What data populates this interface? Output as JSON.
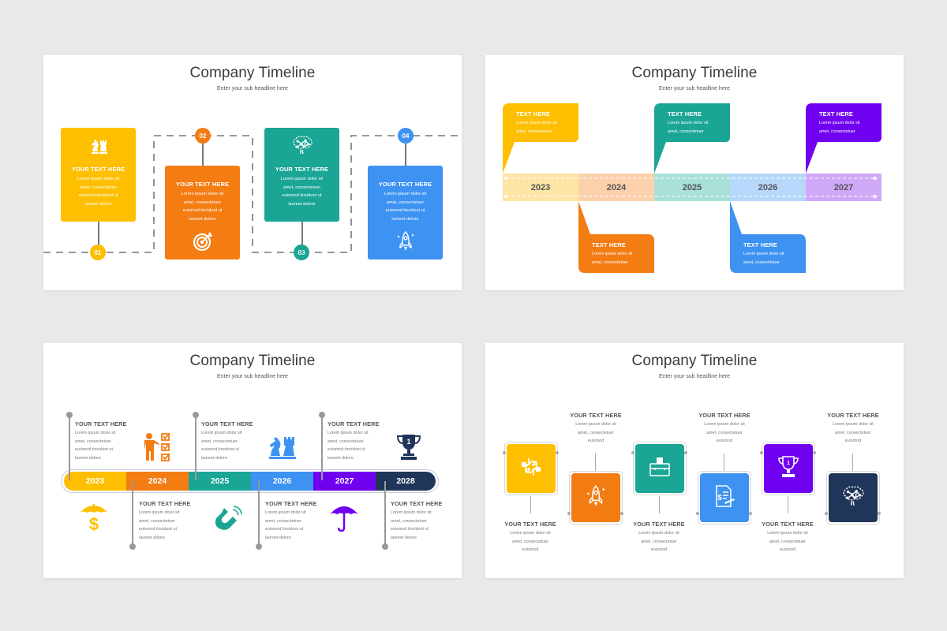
{
  "colors": {
    "yellow": "#fdbf00",
    "orange": "#f37c13",
    "teal": "#1aa595",
    "blue": "#3d92f2",
    "purple": "#7000f0",
    "navy": "#20355a",
    "title": "#3a3a3a",
    "gray_line": "#777777"
  },
  "slides": [
    {
      "title": "Company Timeline",
      "subtitle": "Enter your sub headline here",
      "cards": [
        {
          "number": "01",
          "heading": "YOUR TEXT HERE",
          "body": [
            "Lorem ipsum dolor sit",
            "amet, consectetuer",
            "euismod tincidunt ut",
            "laoreet dolore"
          ],
          "icon": "chess-icon",
          "color": "#fdbf00"
        },
        {
          "number": "02",
          "heading": "YOUR TEXT HERE",
          "body": [
            "Lorem ipsum dolor sit",
            "amet, consectetuer",
            "euismod tincidunt ut",
            "laoreet dolore"
          ],
          "icon": "target-icon",
          "color": "#f37c13"
        },
        {
          "number": "03",
          "heading": "YOUR TEXT HERE",
          "body": [
            "Lorem ipsum dolor sit",
            "amet, consectetuer",
            "euismod tincidunt ut",
            "laoreet dolore"
          ],
          "icon": "brain-icon",
          "color": "#1aa595"
        },
        {
          "number": "04",
          "heading": "YOUR TEXT HERE",
          "body": [
            "Lorem ipsum dolor sit",
            "amet, consectetuer",
            "euismod tincidunt ut",
            "laoreet dolore"
          ],
          "icon": "rocket-icon",
          "color": "#3d92f2"
        }
      ]
    },
    {
      "title": "Company Timeline",
      "subtitle": "Enter your sub headline here",
      "years": [
        "2023",
        "2024",
        "2025",
        "2026",
        "2027"
      ],
      "year_colors": [
        "#fde5a6",
        "#fbd1ac",
        "#a9e0d8",
        "#b8d8fb",
        "#cfa8f8"
      ],
      "bubbles": [
        {
          "heading": "TEXT HERE",
          "body": [
            "Lorem ipsum dolor sit",
            "amet, consectetuer"
          ],
          "color": "#fdbf00",
          "position": "top"
        },
        {
          "heading": "TEXT HERE",
          "body": [
            "Lorem ipsum dolor sit",
            "amet, consectetuer"
          ],
          "color": "#f37c13",
          "position": "bottom"
        },
        {
          "heading": "TEXT HERE",
          "body": [
            "Lorem ipsum dolor sit",
            "amet, consectetuer"
          ],
          "color": "#1aa595",
          "position": "top"
        },
        {
          "heading": "TEXT HERE",
          "body": [
            "Lorem ipsum dolor sit",
            "amet, consectetuer"
          ],
          "color": "#3d92f2",
          "position": "bottom"
        },
        {
          "heading": "TEXT HERE",
          "body": [
            "Lorem ipsum dolor sit",
            "amet, consectetuer"
          ],
          "color": "#7000f0",
          "position": "top"
        }
      ]
    },
    {
      "title": "Company Timeline",
      "subtitle": "Enter your sub headline here",
      "years": [
        "2023",
        "2024",
        "2025",
        "2026",
        "2027",
        "2028"
      ],
      "year_colors": [
        "#fdbf00",
        "#f37c13",
        "#1aa595",
        "#3d92f2",
        "#7000f0",
        "#20355a"
      ],
      "entries": [
        {
          "heading": "YOUR TEXT HERE",
          "body": [
            "Lorem ipsum dolor sit",
            "amet, consectetuer",
            "euismod tincidunt ut",
            "laoreet dolore"
          ],
          "position": "top",
          "icon": "umbrella-dollar-icon"
        },
        {
          "heading": "YOUR TEXT HERE",
          "body": [
            "Lorem ipsum dolor sit",
            "amet, consectetuer",
            "euismod tincidunt ut",
            "laoreet dolore"
          ],
          "position": "bottom",
          "icon": "presenter-checklist-icon"
        },
        {
          "heading": "YOUR TEXT HERE",
          "body": [
            "Lorem ipsum dolor sit",
            "amet, consectetuer",
            "euismod tincidunt ut",
            "laoreet dolore"
          ],
          "position": "top",
          "icon": "magnet-icon"
        },
        {
          "heading": "YOUR TEXT HERE",
          "body": [
            "Lorem ipsum dolor sit",
            "amet, consectetuer",
            "euismod tincidunt ut",
            "laoreet dolore"
          ],
          "position": "bottom",
          "icon": "chess-icon"
        },
        {
          "heading": "YOUR TEXT HERE",
          "body": [
            "Lorem ipsum dolor sit",
            "amet, consectetuer",
            "euismod tincidunt ut",
            "laoreet dolore"
          ],
          "position": "top",
          "icon": "umbrella-icon"
        },
        {
          "heading": "YOUR TEXT HERE",
          "body": [
            "Lorem ipsum dolor sit",
            "amet, consectetuer",
            "euismod tincidunt ut",
            "laoreet dolore"
          ],
          "position": "bottom",
          "icon": "trophy-icon"
        }
      ]
    },
    {
      "title": "Company Timeline",
      "subtitle": "Enter your sub headline here",
      "steps": [
        {
          "heading": "YOUR TEXT HERE",
          "body": [
            "Lorem ipsum dolor sit",
            "amet, consectetuer",
            "euismod"
          ],
          "icon": "teamwork-hands-icon",
          "color": "#fdbf00",
          "text_position": "bottom"
        },
        {
          "heading": "YOUR TEXT HERE",
          "body": [
            "Lorem ipsum dolor sit",
            "amet, consectetuer",
            "euismod"
          ],
          "icon": "rocket-icon",
          "color": "#f37c13",
          "text_position": "top"
        },
        {
          "heading": "YOUR TEXT HERE",
          "body": [
            "Lorem ipsum dolor sit",
            "amet, consectetuer",
            "euismod"
          ],
          "icon": "briefcase-icon",
          "color": "#1aa595",
          "text_position": "bottom"
        },
        {
          "heading": "YOUR TEXT HERE",
          "body": [
            "Lorem ipsum dolor sit",
            "amet, consectetuer",
            "euismod"
          ],
          "icon": "invoice-icon",
          "color": "#3d92f2",
          "text_position": "top"
        },
        {
          "heading": "YOUR TEXT HERE",
          "body": [
            "Lorem ipsum dolor sit",
            "amet, consectetuer",
            "euismod"
          ],
          "icon": "trophy-icon",
          "color": "#7000f0",
          "text_position": "bottom"
        },
        {
          "heading": "YOUR TEXT HERE",
          "body": [
            "Lorem ipsum dolor sit",
            "amet, consectetuer",
            "euismod"
          ],
          "icon": "brain-icon",
          "color": "#20355a",
          "text_position": "top"
        }
      ]
    }
  ]
}
